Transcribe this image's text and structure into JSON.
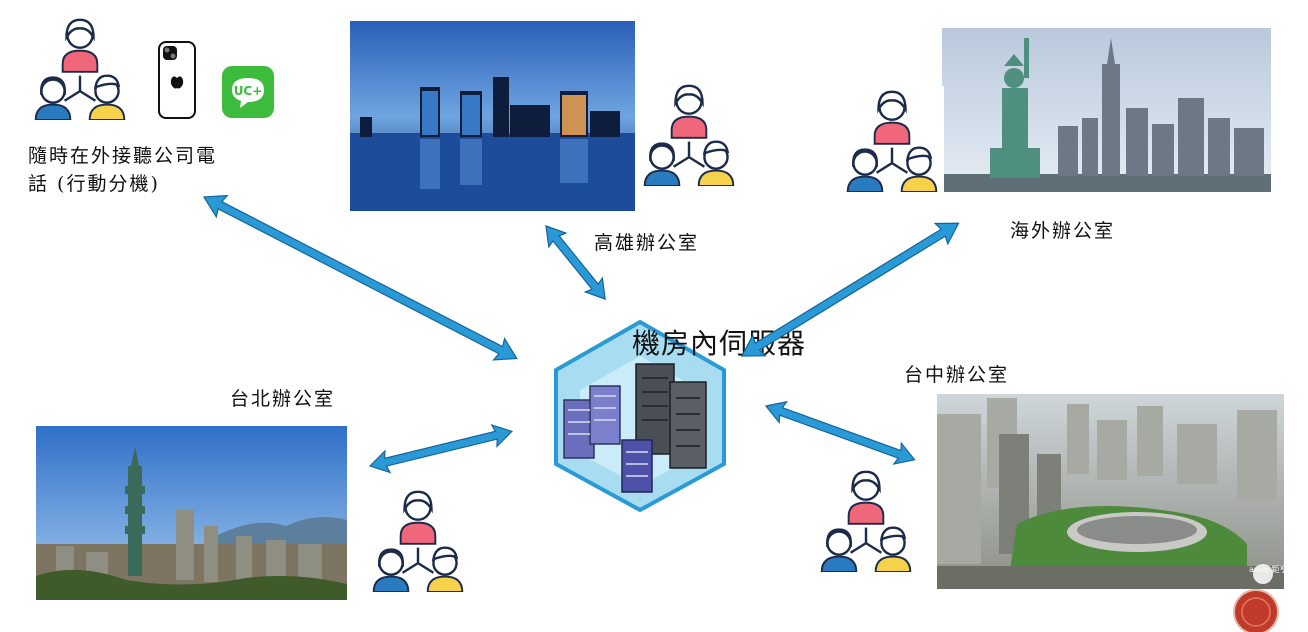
{
  "labels": {
    "remote": "隨時在外接聽公司電話 (行動分機)",
    "remote_line1": "隨時在外接聽公司電",
    "remote_line2": "話 (行動分機)",
    "kaohsiung": "高雄辦公室",
    "overseas": "海外辦公室",
    "server": "機房內伺服器",
    "taipei": "台北辦公室",
    "taichung": "台中辦公室"
  },
  "icons": {
    "people_group": "people-group-icon",
    "phone": "smartphone-icon",
    "app": "uc-app-icon",
    "server_room": "server-room-icon",
    "page_marker": "red-circle-marker-icon"
  },
  "app_badge": "UC+",
  "watermark_text": "anue 鉅亨",
  "colors": {
    "arrow": "#2a9ad6",
    "arrow_stroke": "#14639a",
    "hex_fill": "#a8ddf1",
    "hex_stroke": "#2a9ad6",
    "person_pink": "#f0667a",
    "person_yellow": "#f6d24b",
    "person_blue": "#2a7ac0",
    "app_green": "#3dbb3d",
    "marker_red": "#c0392b"
  }
}
